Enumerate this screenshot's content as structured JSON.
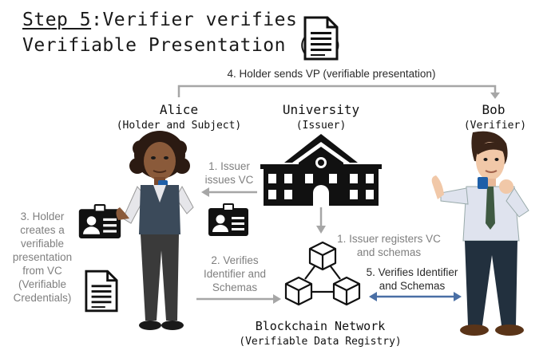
{
  "title": {
    "step": "Step 5",
    "line1_rest": ":Verifier verifies",
    "line2": "Verifiable Presentation (VP)"
  },
  "flow_top": "4. Holder sends VP (verifiable presentation)",
  "actors": {
    "alice": {
      "name": "Alice",
      "role": "(Holder and Subject)"
    },
    "university": {
      "name": "University",
      "role": "(Issuer)"
    },
    "bob": {
      "name": "Bob",
      "role": "(Verifier)"
    }
  },
  "steps": {
    "issue_line1": "1. Issuer",
    "issue_line2": "issues VC",
    "register_line1": "1. Issuer registers VC",
    "register_line2": "and schemas",
    "verify_alice_line1": "2. Verifies",
    "verify_alice_line2": "Identifier and",
    "verify_alice_line3": "Schemas",
    "verify_bob_line1": "5. Verifies Identifier",
    "verify_bob_line2": "and Schemas",
    "holder_line1": "3. Holder",
    "holder_line2": "creates a",
    "holder_line3": "verifiable",
    "holder_line4": "presentation",
    "holder_line5": "from VC",
    "holder_line6": "(Verifiable",
    "holder_line7": "Credentials)"
  },
  "blockchain": {
    "name": "Blockchain Network",
    "role": "(Verifiable Data Registry)"
  },
  "colors": {
    "gray_arrow": "#a6a6a6",
    "blue_arrow": "#4a6fa5",
    "icon": "#111111"
  }
}
